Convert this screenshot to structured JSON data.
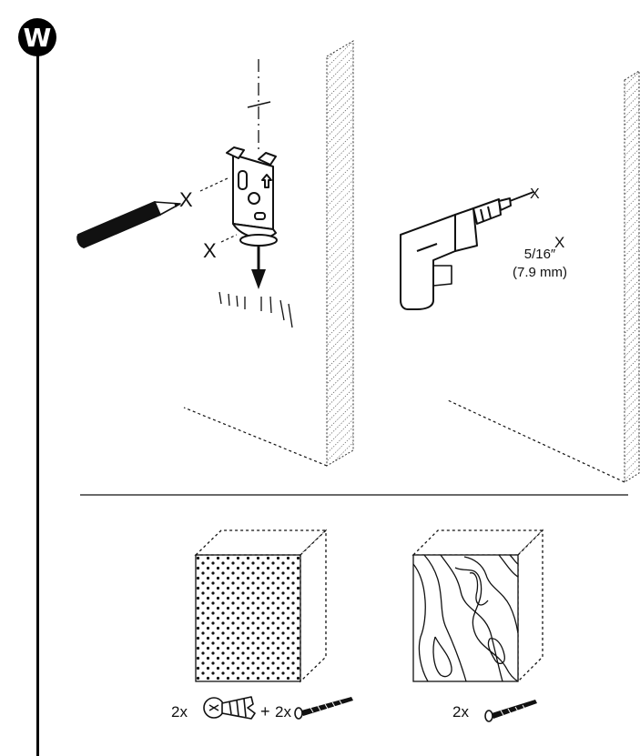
{
  "step": {
    "letter": "W"
  },
  "marks": {
    "pencil_x": "X",
    "drill_x": "X"
  },
  "drill": {
    "size_imperial": "5/16″",
    "size_metric": "(7.9 mm)"
  },
  "hardware": {
    "drywall": {
      "anchor_qty": "2x",
      "plus": "+",
      "screw_qty": "2x"
    },
    "wood": {
      "screw_qty": "2x"
    }
  },
  "icons": [
    "pencil-icon",
    "bracket-icon",
    "drill-icon",
    "wall-anchor-icon",
    "screw-icon"
  ],
  "colors": {
    "ink": "#111111",
    "background": "#ffffff"
  }
}
